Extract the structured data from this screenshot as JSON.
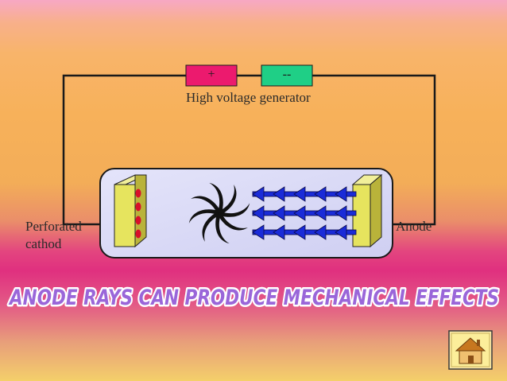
{
  "diagram": {
    "terminal_positive": "+",
    "terminal_negative": "--",
    "generator_label": "High voltage generator",
    "cathode_label_line1": "Perforated",
    "cathode_label_line2": "cathod",
    "anode_label": "Anode",
    "ray_count": 3
  },
  "title": "ANODE RAYS CAN PRODUCE MECHANICAL EFFECTS",
  "colors": {
    "positive_terminal": "#ec1a6e",
    "negative_terminal": "#1fcf86",
    "tube_fill": "#d8d8f6",
    "electrode": "#e6e45e",
    "arrow": "#1a2bd8",
    "title_fill": "#9a66d9"
  },
  "icons": {
    "home": "home-icon",
    "pinwheel": "pinwheel-icon"
  }
}
